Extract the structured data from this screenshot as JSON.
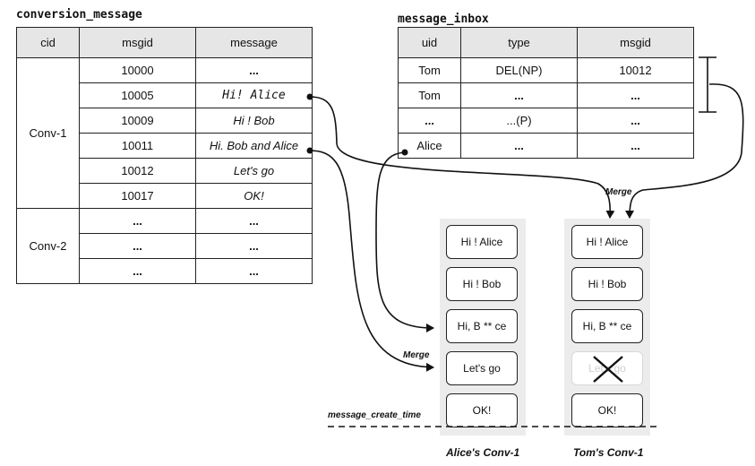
{
  "conversion_message": {
    "title": "conversion_message",
    "headers": [
      "cid",
      "msgid",
      "message"
    ],
    "conv1": "Conv-1",
    "conv2": "Conv-2",
    "rows": [
      {
        "msgid": "10000",
        "message": "..."
      },
      {
        "msgid": "10005",
        "message": "Hi! Alice"
      },
      {
        "msgid": "10009",
        "message": "Hi ! Bob"
      },
      {
        "msgid": "10011",
        "message": "Hi. Bob and Alice"
      },
      {
        "msgid": "10012",
        "message": "Let's go"
      },
      {
        "msgid": "10017",
        "message": "OK!"
      },
      {
        "msgid": "...",
        "message": "..."
      },
      {
        "msgid": "...",
        "message": "..."
      },
      {
        "msgid": "...",
        "message": "..."
      }
    ]
  },
  "message_inbox": {
    "title": "message_inbox",
    "headers": [
      "uid",
      "type",
      "msgid"
    ],
    "rows": [
      {
        "uid": "Tom",
        "type": "DEL(NP)",
        "msgid": "10012"
      },
      {
        "uid": "Tom",
        "type": "...",
        "msgid": "..."
      },
      {
        "uid": "...",
        "type": "...(P)",
        "msgid": "..."
      },
      {
        "uid": "Alice",
        "type": "...",
        "msgid": "..."
      }
    ]
  },
  "labels": {
    "merge_top": "Merge",
    "merge_left": "Merge",
    "create_time": "message_create_time"
  },
  "alice_conv": {
    "caption": "Alice's Conv-1",
    "bubbles": [
      "Hi ! Alice",
      "Hi ! Bob",
      "Hi, B ** ce",
      "Let's go",
      "OK!"
    ]
  },
  "tom_conv": {
    "caption": "Tom's Conv-1",
    "bubbles": [
      "Hi ! Alice",
      "Hi ! Bob",
      "Hi, B ** ce",
      "Let's go",
      "OK!"
    ]
  }
}
